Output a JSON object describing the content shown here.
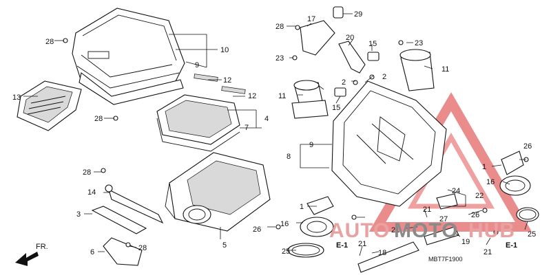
{
  "diagram": {
    "drawing_code": "MBT7F1900",
    "front_label": "FR.",
    "ref_labels": [
      "E-1",
      "E-1"
    ],
    "watermark": {
      "part_a": "AUTO",
      "part_b": "MOTO",
      "part_c": "HUB",
      "color": "#e06a6a"
    },
    "callouts": [
      "28",
      "10",
      "9",
      "13",
      "12",
      "12",
      "28",
      "4",
      "7",
      "28",
      "14",
      "3",
      "6",
      "28",
      "5",
      "29",
      "17",
      "28",
      "20",
      "15",
      "23",
      "23",
      "11",
      "2",
      "2",
      "11",
      "15",
      "9",
      "8",
      "1",
      "16",
      "26",
      "25",
      "21",
      "18",
      "1",
      "26",
      "16",
      "22",
      "24",
      "21",
      "21",
      "27",
      "26",
      "19",
      "21",
      "25"
    ]
  }
}
